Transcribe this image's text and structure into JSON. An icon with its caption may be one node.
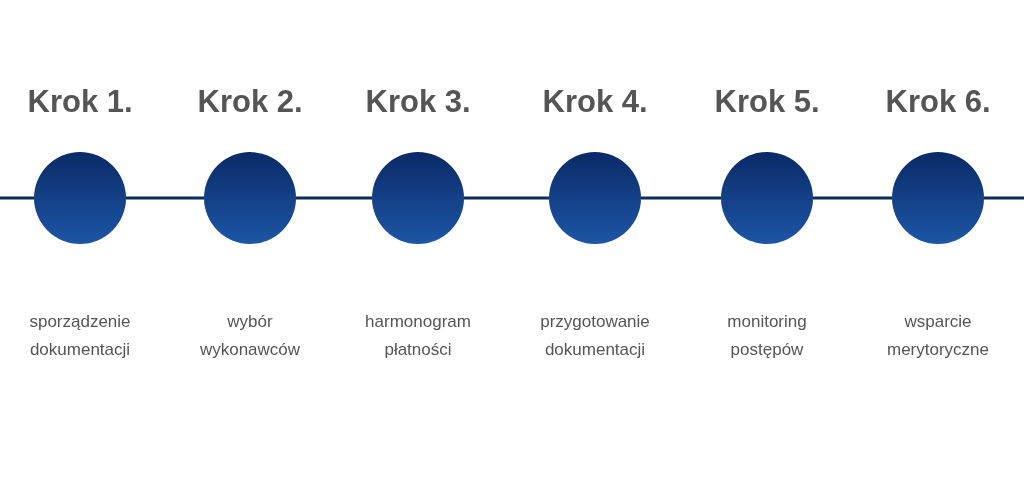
{
  "diagram": {
    "nodes": [
      {
        "text": [
          "Krok 1."
        ]
      },
      {
        "text": [
          "Krok 2."
        ]
      },
      {
        "text": [
          "Krok 3."
        ]
      },
      {
        "text": [
          "Krok 4."
        ]
      },
      {
        "text": [
          "Krok 5."
        ]
      },
      {
        "text": [
          "Krok 6."
        ]
      }
    ],
    "edges": [
      {
        "from": null,
        "to": 0,
        "arrow": "none"
      },
      {
        "from": 0,
        "to": 1,
        "arrow": "none"
      },
      {
        "from": 1,
        "to": 2,
        "arrow": "none"
      },
      {
        "from": 2,
        "to": 3,
        "arrow": "none"
      },
      {
        "from": 3,
        "to": 4,
        "arrow": "none"
      },
      {
        "from": 4,
        "to": 5,
        "arrow": "none"
      },
      {
        "from": 5,
        "to": null,
        "arrow": "none"
      }
    ],
    "labels": [
      "sporządzenie dokumentacji",
      "wybór wykonawców",
      "harmonogram płatności",
      "przygotowanie dokumentacji",
      "monitoring postępów",
      "wsparcie merytoryczne"
    ]
  }
}
